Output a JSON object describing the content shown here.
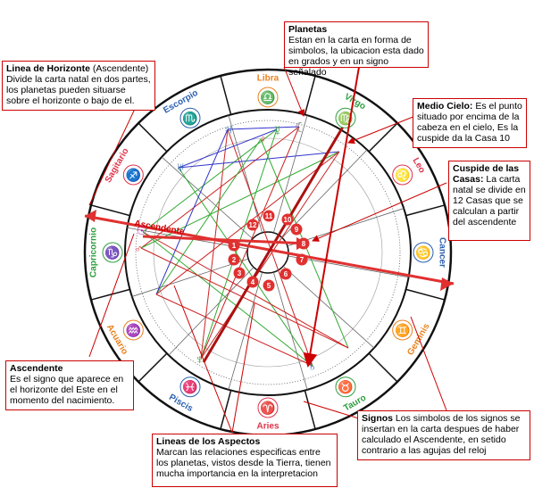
{
  "signs": [
    {
      "name": "Libra",
      "color": "#e8821e"
    },
    {
      "name": "Virgo",
      "color": "#2e9e3e"
    },
    {
      "name": "Leo",
      "color": "#e0344a"
    },
    {
      "name": "Cancer",
      "color": "#2a5fb0"
    },
    {
      "name": "Geminis",
      "color": "#e8821e"
    },
    {
      "name": "Tauro",
      "color": "#2e9e3e"
    },
    {
      "name": "Aries",
      "color": "#e0344a"
    },
    {
      "name": "Piscis",
      "color": "#2a5fb0"
    },
    {
      "name": "Acuario",
      "color": "#e8821e"
    },
    {
      "name": "Capricornio",
      "color": "#2e9e3e"
    },
    {
      "name": "Sagitario",
      "color": "#e0344a"
    },
    {
      "name": "Escorpio",
      "color": "#2a5fb0"
    }
  ],
  "houses": [
    "1",
    "2",
    "3",
    "4",
    "5",
    "6",
    "7",
    "8",
    "9",
    "10",
    "11",
    "12"
  ],
  "ascendant_label": "Ascendente",
  "callouts": {
    "horizonte": {
      "title": "Linea de Horizonte",
      "title_suffix": " (Ascendente)",
      "text": "Divide la carta natal en dos partes, los planetas pueden situarse sobre el horizonte o bajo de el."
    },
    "planetas": {
      "title": "Planetas",
      "text": "Estan en la carta en forma de simbolos, la ubicacion esta dado en grados y en un signo señalado"
    },
    "medio_cielo": {
      "title": "Medio Cielo:",
      "text": " Es el punto situado por encima de la cabeza en el cielo, Es la cuspide da la Casa 10"
    },
    "cuspide": {
      "title": "Cuspide de las Casas:",
      "text": " La carta natal se divide en 12 Casas que se calculan a partir del ascendente"
    },
    "ascendente": {
      "title": "Ascendente",
      "text": "Es el signo que aparece en el horizonte del Este en el momento del nacimiento."
    },
    "aspectos": {
      "title": "Lineas de los Aspectos",
      "text": "Marcan las relaciones especificas entre los planetas, vistos desde la Tierra, tienen mucha importancia en la interpretacion"
    },
    "signos": {
      "title": "Signos",
      "text": " Los simbolos de los signos se insertan en la carta despues de haber calculado el Ascendente, en setido contrario a las agujas del reloj"
    }
  },
  "colors": {
    "callout_border": "#cc0000",
    "axis": "#e03030",
    "aspect_red": "#cc2222",
    "aspect_green": "#33aa33",
    "aspect_blue": "#3333cc"
  }
}
